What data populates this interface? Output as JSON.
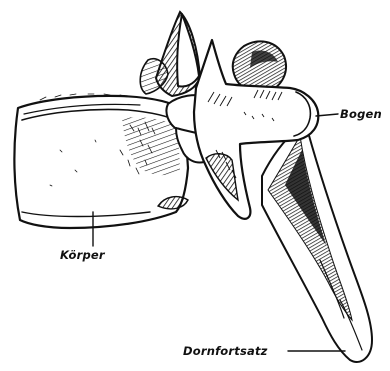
{
  "labels": {
    "bogen": "Bogen",
    "koerper": "Körper",
    "dornfortsatz": "Dornfortsatz"
  },
  "colors": {
    "ink": "#111111",
    "paper": "#ffffff"
  }
}
